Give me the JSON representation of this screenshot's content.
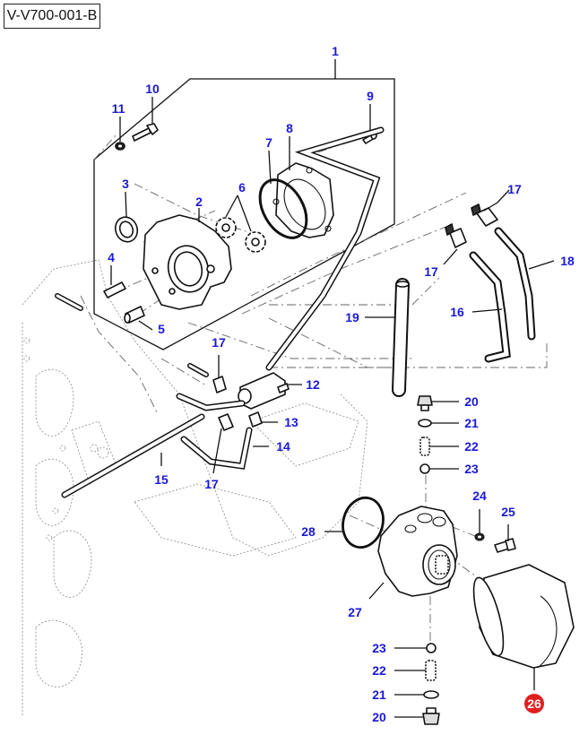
{
  "figure": {
    "reference_code": "V-V700-001-B",
    "highlight_color": "#e02020",
    "callout_color": "#1a1ad6",
    "callouts": [
      {
        "id": "c1",
        "label": "1"
      },
      {
        "id": "c2",
        "label": "2"
      },
      {
        "id": "c3",
        "label": "3"
      },
      {
        "id": "c4",
        "label": "4"
      },
      {
        "id": "c5",
        "label": "5"
      },
      {
        "id": "c6",
        "label": "6"
      },
      {
        "id": "c7",
        "label": "7"
      },
      {
        "id": "c8",
        "label": "8"
      },
      {
        "id": "c9",
        "label": "9"
      },
      {
        "id": "c10",
        "label": "10"
      },
      {
        "id": "c11",
        "label": "11"
      },
      {
        "id": "c12",
        "label": "12"
      },
      {
        "id": "c13",
        "label": "13"
      },
      {
        "id": "c14",
        "label": "14"
      },
      {
        "id": "c15",
        "label": "15"
      },
      {
        "id": "c16",
        "label": "16"
      },
      {
        "id": "c17a",
        "label": "17"
      },
      {
        "id": "c17b",
        "label": "17"
      },
      {
        "id": "c17c",
        "label": "17"
      },
      {
        "id": "c17d",
        "label": "17"
      },
      {
        "id": "c18",
        "label": "18"
      },
      {
        "id": "c19",
        "label": "19"
      },
      {
        "id": "c20a",
        "label": "20"
      },
      {
        "id": "c21a",
        "label": "21"
      },
      {
        "id": "c22a",
        "label": "22"
      },
      {
        "id": "c23a",
        "label": "23"
      },
      {
        "id": "c24",
        "label": "24"
      },
      {
        "id": "c25",
        "label": "25"
      },
      {
        "id": "c26",
        "label": "26",
        "highlighted": true
      },
      {
        "id": "c27",
        "label": "27"
      },
      {
        "id": "c28",
        "label": "28"
      },
      {
        "id": "c23b",
        "label": "23"
      },
      {
        "id": "c22b",
        "label": "22"
      },
      {
        "id": "c21b",
        "label": "21"
      },
      {
        "id": "c20b",
        "label": "20"
      }
    ]
  }
}
